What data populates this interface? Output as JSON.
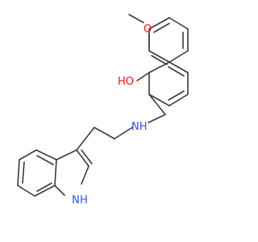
{
  "molecule": {
    "atoms": {
      "methoxy_oxygen": "O",
      "hydroxyl": "HO",
      "amine": "NH",
      "indole_nitrogen": "N",
      "indole_hydrogen": "H"
    },
    "colors": {
      "bond": "#3a3a3a",
      "oxygen": "#ff0d0d",
      "nitrogen": "#3050f8",
      "background": "#ffffff"
    }
  }
}
